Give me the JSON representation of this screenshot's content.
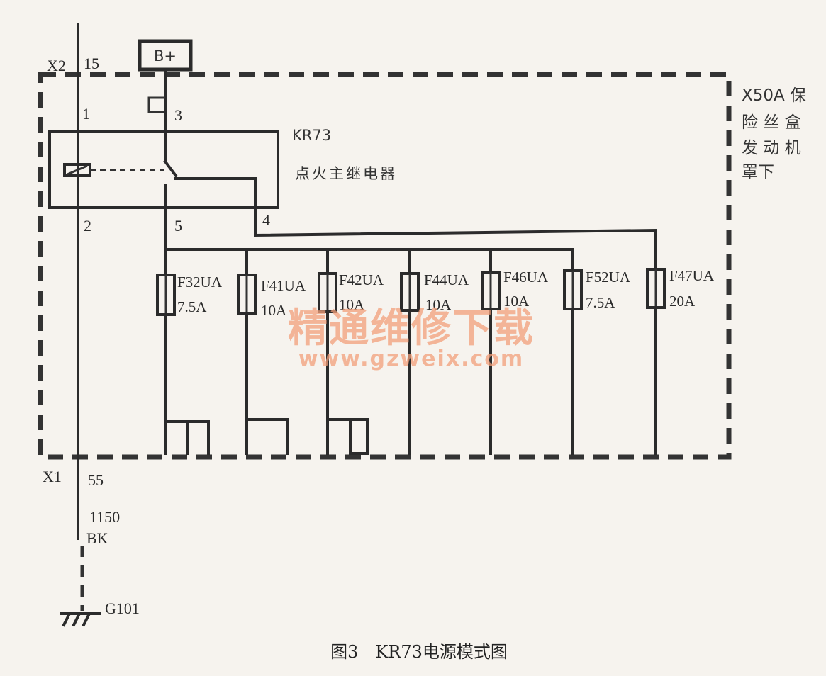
{
  "connectors": {
    "x2_name": "X2",
    "x2_pin": "15",
    "x1_name": "X1",
    "x1_pin": "55"
  },
  "power_source": {
    "label": "B+"
  },
  "relay": {
    "id": "KR73",
    "name": "点火主继电器",
    "pin_1": "1",
    "pin_2": "2",
    "pin_3": "3",
    "pin_4": "4",
    "pin_5": "5"
  },
  "fuse_box": {
    "line1": "X50A 保",
    "line2": "险 丝 盒",
    "line3": "发 动 机",
    "line4": "罩下"
  },
  "fuses": [
    {
      "name": "F32UA",
      "rating": "7.5A"
    },
    {
      "name": "F41UA",
      "rating": "10A"
    },
    {
      "name": "F42UA",
      "rating": "10A"
    },
    {
      "name": "F44UA",
      "rating": "10A"
    },
    {
      "name": "F46UA",
      "rating": "10A"
    },
    {
      "name": "F52UA",
      "rating": "7.5A"
    },
    {
      "name": "F47UA",
      "rating": "20A"
    }
  ],
  "ground_wire": {
    "circuit": "1150",
    "color_code": "BK"
  },
  "ground": {
    "label": "G101"
  },
  "watermark": {
    "text": "精通维修下载",
    "url": "www.gzweix.com"
  },
  "caption": "图3　KR73电源模式图"
}
